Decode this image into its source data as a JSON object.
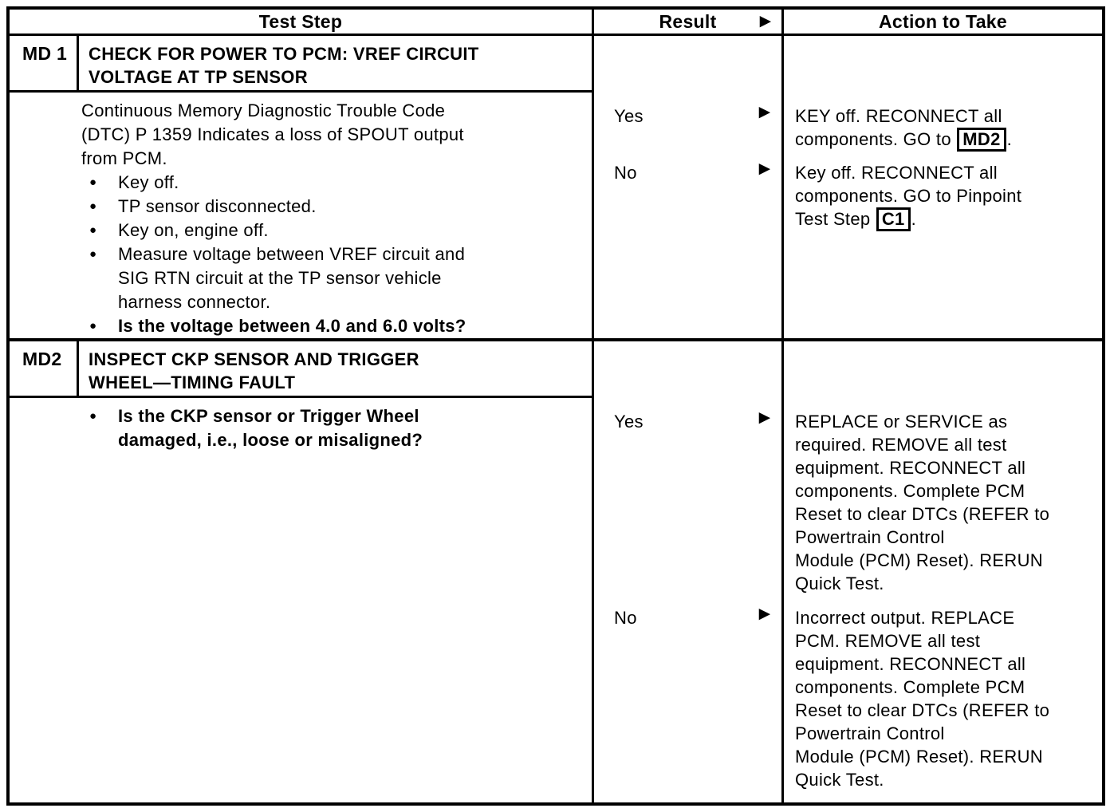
{
  "table": {
    "headers": {
      "test_step": "Test Step",
      "result": "Result",
      "action": "Action to Take"
    },
    "arrow_icon": "►",
    "bullet_icon": "●",
    "sections": [
      {
        "code": "MD 1",
        "title": "CHECK FOR POWER TO PCM: VREF CIRCUIT\nVOLTAGE AT TP SENSOR",
        "intro": "Continuous Memory Diagnostic Trouble Code\n(DTC) P 1359 Indicates a loss of SPOUT output\nfrom PCM.",
        "bullets": [
          {
            "text": "Key off."
          },
          {
            "text": "TP sensor disconnected."
          },
          {
            "text": "Key on, engine off."
          },
          {
            "text": "Measure voltage between VREF circuit and\nSIG RTN circuit at the TP sensor vehicle\nharness connector."
          },
          {
            "text": "Is the voltage between 4.0 and 6.0 volts?"
          }
        ],
        "results": [
          {
            "label": "Yes",
            "action_lines": [
              "KEY off. RECONNECT all",
              "components. GO to [[MD2]]."
            ]
          },
          {
            "label": "No",
            "action_lines": [
              "Key off. RECONNECT all",
              "components. GO to Pinpoint",
              "Test Step [[C1]]."
            ]
          }
        ]
      },
      {
        "code": "MD2",
        "title": "INSPECT CKP SENSOR AND TRIGGER\nWHEEL—TIMING FAULT",
        "bullets": [
          {
            "text": "Is the CKP sensor or Trigger Wheel\ndamaged, i.e., loose or misaligned?"
          }
        ],
        "results": [
          {
            "label": "Yes",
            "action_lines": [
              "REPLACE or SERVICE as",
              "required. REMOVE all test",
              "equipment. RECONNECT all",
              "components. Complete PCM",
              "Reset to clear DTCs (REFER to",
              "Powertrain Control",
              "Module (PCM) Reset). RERUN",
              "Quick Test."
            ]
          },
          {
            "label": "No",
            "action_lines": [
              "Incorrect output. REPLACE",
              "PCM. REMOVE all test",
              "equipment. RECONNECT all",
              "components. Complete PCM",
              "Reset to clear DTCs (REFER to",
              "Powertrain Control",
              "Module (PCM) Reset). RERUN",
              "Quick Test."
            ]
          }
        ]
      }
    ]
  }
}
